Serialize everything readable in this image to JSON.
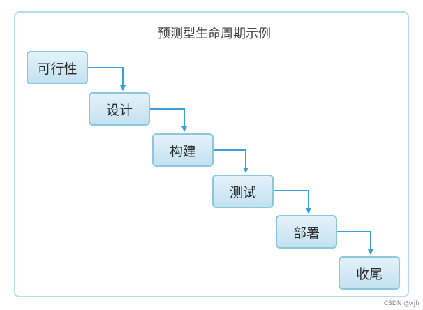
{
  "diagram": {
    "title": "预测型生命周期示例",
    "steps": [
      "可行性",
      "设计",
      "构建",
      "测试",
      "部署",
      "收尾"
    ],
    "colors": {
      "frame": "#b6dce8",
      "box_border": "#8cc8dc",
      "box_fill": "#d3eaf6",
      "arrow": "#3b9fd9"
    }
  },
  "watermark": "CSDN @xjfr"
}
